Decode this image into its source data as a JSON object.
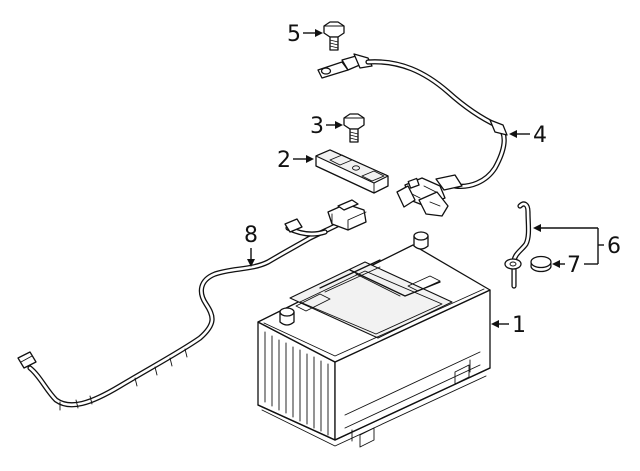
{
  "diagram": {
    "callouts": [
      {
        "id": "battery",
        "label": "1"
      },
      {
        "id": "hold-down-bracket",
        "label": "2"
      },
      {
        "id": "bracket-bolt",
        "label": "3"
      },
      {
        "id": "positive-cable",
        "label": "4"
      },
      {
        "id": "cable-bolt",
        "label": "5"
      },
      {
        "id": "vent-tube",
        "label": "6"
      },
      {
        "id": "vent-plug",
        "label": "7"
      },
      {
        "id": "sensor-harness",
        "label": "8"
      }
    ]
  }
}
